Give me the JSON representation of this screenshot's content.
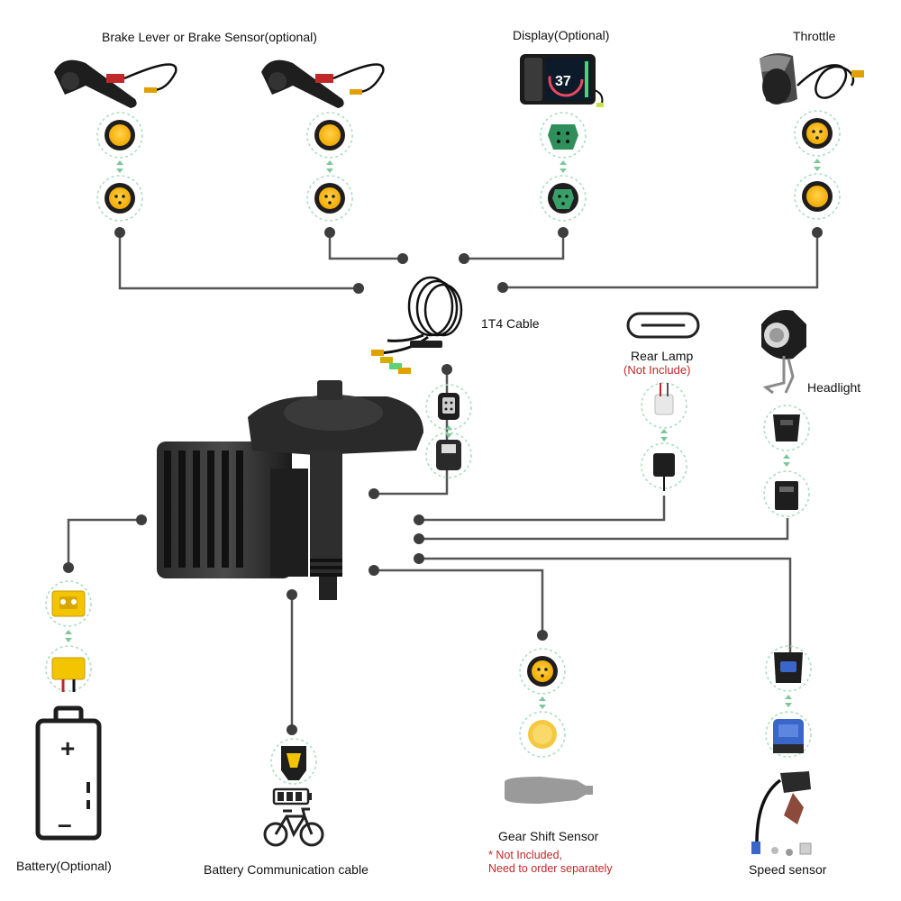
{
  "labels": {
    "brake": "Brake Lever or Brake Sensor(optional)",
    "display": "Display(Optional)",
    "throttle": "Throttle",
    "cable_1t4": "1T4 Cable",
    "rear_lamp": "Rear Lamp",
    "rear_lamp_note": "(Not Include)",
    "headlight": "Headlight",
    "battery": "Battery(Optional)",
    "battery_comm": "Battery Communication cable",
    "gear_shift": "Gear Shift Sensor",
    "gear_note_1": "* Not Included,",
    "gear_note_2": "Need to order separately",
    "speed_sensor": "Speed sensor"
  },
  "display_screen": {
    "speed_value": "37"
  },
  "battery_icon": {
    "plus": "+",
    "minus": "–"
  },
  "colors": {
    "line": "#555555",
    "dot": "#3d3d3d",
    "connector_yellow": "#f7b500",
    "connector_green": "#2f8f5b",
    "connector_blue": "#3a66c9",
    "dashed_circle": "#9fd3b4",
    "note_red": "#c0282a"
  }
}
